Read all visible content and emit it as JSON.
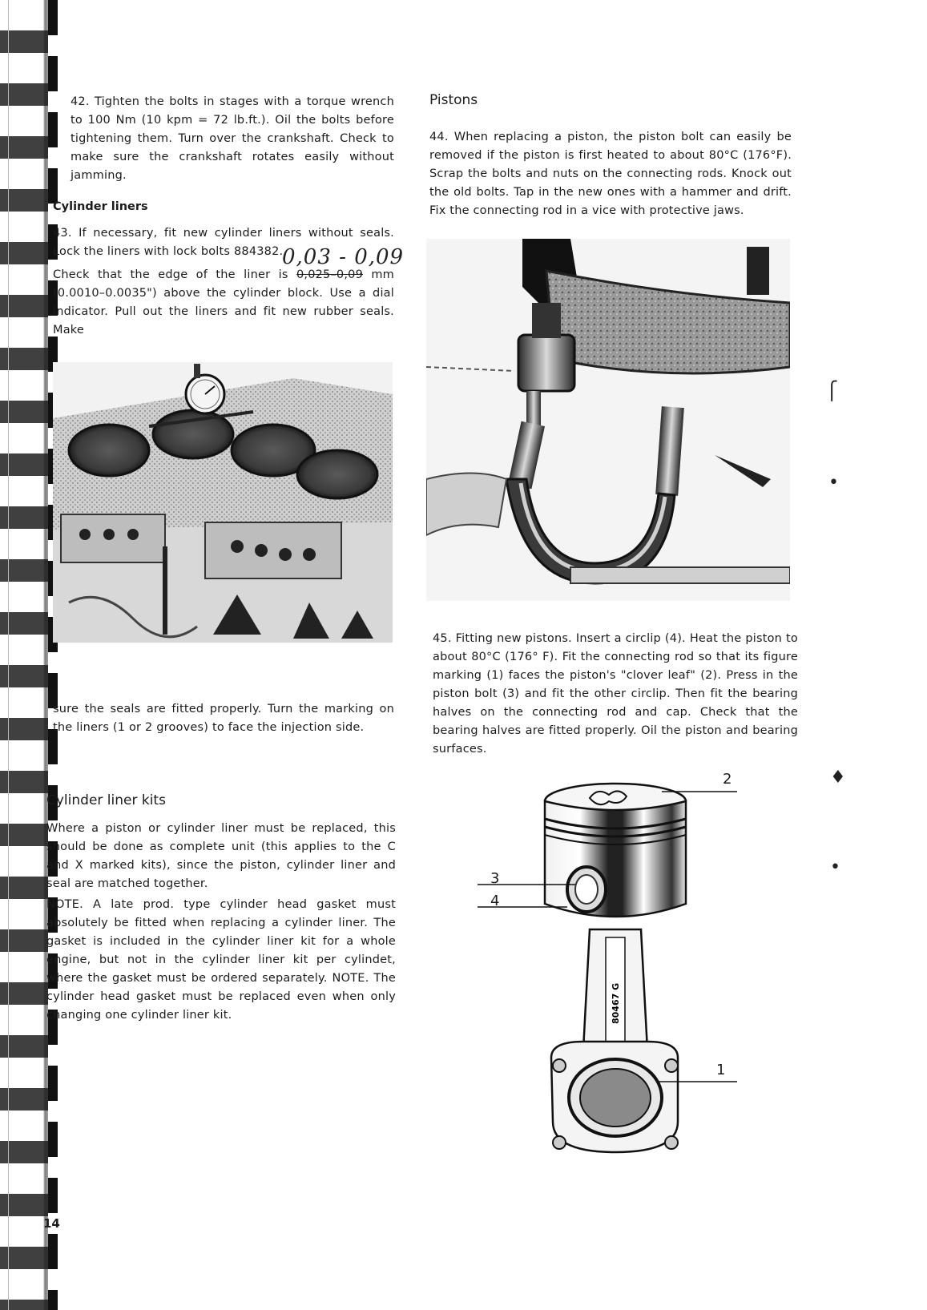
{
  "left": {
    "para42": "42. Tighten the bolts in stages with a torque wrench to 100 Nm (10 kpm = 72 lb.ft.). Oil the bolts before tightening them. Turn over the crankshaft. Check to make sure the crankshaft rotates easily without jamming.",
    "liners_heading": "Cylinder liners",
    "para43_a": "43. If necessary, fit new cylinder liners without seals. Lock the liners with lock bolts 884382.",
    "handwritten_note": "0,03 - 0,09",
    "para43_b_pre": "Check that the edge of the liner is ",
    "para43_b_struck": "0,025–0,09",
    "para43_b_post": " mm (0.0010–0.0035\") above the cylinder block. Use a dial indicator. Pull out the liners and fit new rubber seals. Make",
    "para43_c": "sure the seals are fitted properly. Turn the marking on the liners (1 or 2 grooves) to face the injection side.",
    "kits_heading": "Cylinder liner kits",
    "kits_para": "Where a piston or cylinder liner must be replaced, this should be done as complete unit (this applies to the C and X marked kits), since the piston, cylinder liner and seal are matched together.",
    "note_para": "NOTE. A late prod. type cylinder head gasket must absolutely be fitted when replacing a cylinder liner. The gasket is included in the cylinder liner kit for a whole engine, but not in the cylinder liner kit per cylindet, where the gasket must be ordered separately. NOTE. The cylinder head gasket must be replaced even when only changing one cylinder liner kit.",
    "page_number": "14"
  },
  "right": {
    "pistons_heading": "Pistons",
    "para44": "44. When replacing a piston, the piston bolt can easily be removed if the piston is first heated to about 80°C (176°F). Scrap the bolts and nuts on the connecting rods. Knock out the old bolts. Tap in the new ones with a hammer and drift. Fix the connecting rod in a vice with protective jaws.",
    "para45": "45. Fitting new pistons. Insert a circlip (4). Heat the piston to about 80°C (176° F). Fit the connecting rod so that its figure marking (1) faces the piston's \"clover leaf\" (2). Press in the piston bolt (3) and fit the other circlip. Then fit the bearing halves on the connecting rod and cap. Check that the bearing halves are fitted properly. Oil the piston and bearing surfaces.",
    "callouts": [
      "2",
      "3",
      "4",
      "1"
    ],
    "rod_marking": "80467 G"
  }
}
